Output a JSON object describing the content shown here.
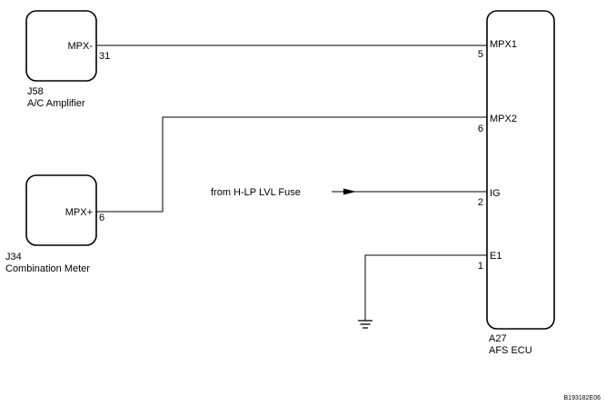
{
  "components": {
    "ac_amplifier": {
      "ref": "J58",
      "name": "A/C Amplifier",
      "terminal_name": "MPX-",
      "pin": "31"
    },
    "combination_meter": {
      "ref": "J34",
      "name": "Combination Meter",
      "terminal_name": "MPX+",
      "pin": "6"
    },
    "afs_ecu": {
      "ref": "A27",
      "name": "AFS ECU",
      "terminals": [
        {
          "pin": "5",
          "name": "MPX1"
        },
        {
          "pin": "6",
          "name": "MPX2"
        },
        {
          "pin": "2",
          "name": "IG"
        },
        {
          "pin": "1",
          "name": "E1"
        }
      ]
    }
  },
  "fuse_source": "from H-LP LVL Fuse",
  "figure_code": "B193182E06"
}
